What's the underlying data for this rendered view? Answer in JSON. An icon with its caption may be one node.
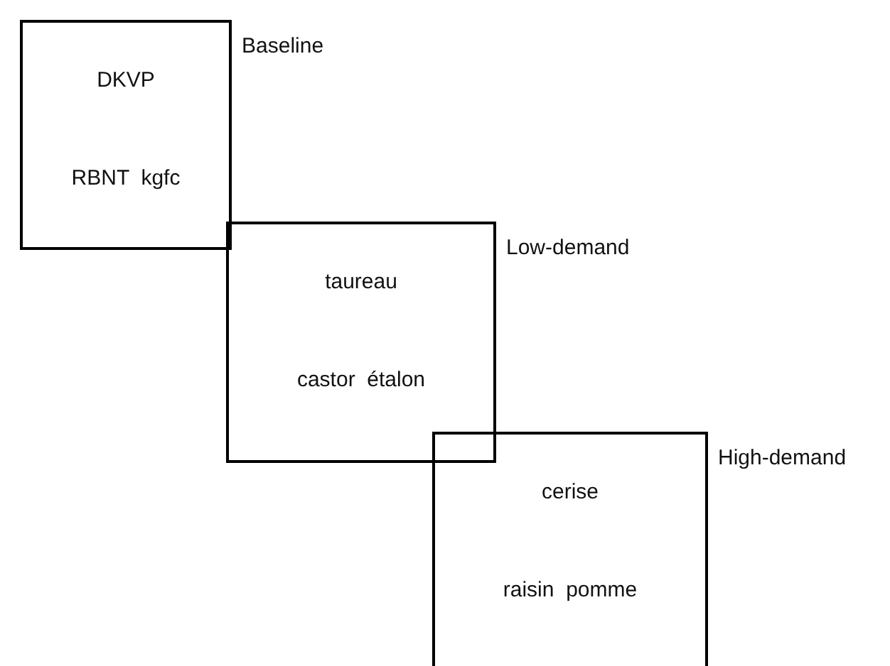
{
  "diagram": {
    "nodes": [
      {
        "text": [
          "DKVP",
          "RBNT  kgfc"
        ],
        "beside": [
          "Baseline"
        ]
      },
      {
        "text": [
          "taureau",
          "castor  étalon"
        ],
        "beside": [
          "Low-demand"
        ]
      },
      {
        "text": [
          "cerise",
          "raisin  pomme"
        ],
        "beside": [
          "High-demand"
        ]
      }
    ]
  }
}
